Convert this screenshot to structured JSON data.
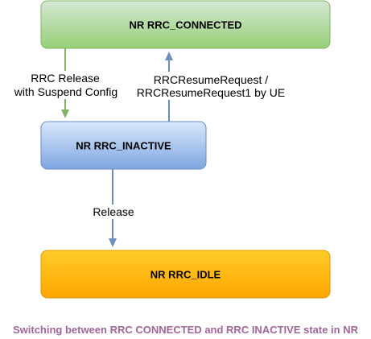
{
  "states": {
    "connected": {
      "label": "NR RRC_CONNECTED"
    },
    "inactive": {
      "label": "NR RRC_INACTIVE"
    },
    "idle": {
      "label": "NR RRC_IDLE"
    }
  },
  "transitions": {
    "release_with_suspend": {
      "line1": "RRC Release",
      "line2": "with Suspend Config"
    },
    "resume_request": {
      "line1": "RRCResumeRequest /",
      "line2": "RRCResumeRequest1 by UE"
    },
    "release": {
      "line1": "Release"
    }
  },
  "caption": "Switching between RRC CONNECTED and RRC INACTIVE state in NR",
  "colors": {
    "connected_fill_top": "#d5e8d4",
    "connected_fill_bottom": "#97d077",
    "connected_stroke": "#82b366",
    "inactive_fill_top": "#dae8fc",
    "inactive_fill_bottom": "#7ea6e0",
    "inactive_stroke": "#6c8ebf",
    "idle_fill_top": "#ffcd28",
    "idle_fill_bottom": "#ffa500",
    "idle_stroke": "#d79b00",
    "green_arrow": "#82b366",
    "blue_arrow": "#6c8ebf",
    "caption": "#a0669a"
  }
}
